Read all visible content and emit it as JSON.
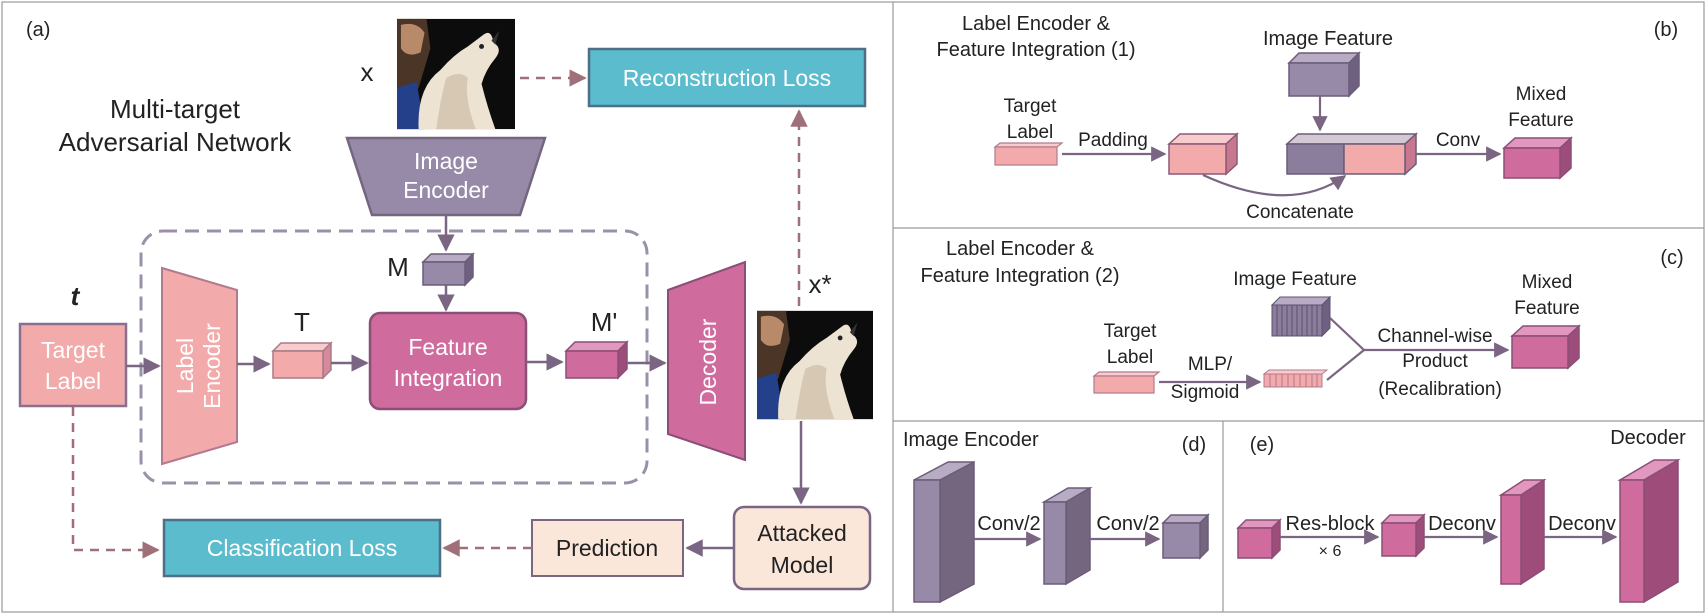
{
  "panel_a": {
    "tag": "(a)",
    "title_line1": "Multi-target",
    "title_line2": "Adversarial Network",
    "x_label": "x",
    "x_star_label": "x*",
    "t_label": "t",
    "target_label_line1": "Target",
    "target_label_line2": "Label",
    "label_encoder_line1": "Label",
    "label_encoder_line2": "Encoder",
    "T_label": "T",
    "M_label": "M",
    "M_prime_label": "M'",
    "image_encoder_line1": "Image",
    "image_encoder_line2": "Encoder",
    "feature_integration_line1": "Feature",
    "feature_integration_line2": "Integration",
    "decoder_label": "Decoder",
    "reconstruction_loss": "Reconstruction Loss",
    "classification_loss": "Classification Loss",
    "prediction": "Prediction",
    "attacked_model_line1": "Attacked",
    "attacked_model_line2": "Model"
  },
  "panel_b": {
    "tag": "(b)",
    "title_line1": "Label Encoder &",
    "title_line2": "Feature Integration (1)",
    "image_feature": "Image Feature",
    "target_label_line1": "Target",
    "target_label_line2": "Label",
    "padding": "Padding",
    "concatenate": "Concatenate",
    "conv": "Conv",
    "mixed_feature_line1": "Mixed",
    "mixed_feature_line2": "Feature"
  },
  "panel_c": {
    "tag": "(c)",
    "title_line1": "Label Encoder &",
    "title_line2": "Feature Integration (2)",
    "image_feature": "Image Feature",
    "target_label_line1": "Target",
    "target_label_line2": "Label",
    "mlp_line1": "MLP/",
    "mlp_line2": "Sigmoid",
    "product_line1": "Channel-wise",
    "product_line2": "Product",
    "product_line3": "(Recalibration)",
    "mixed_feature_line1": "Mixed",
    "mixed_feature_line2": "Feature"
  },
  "panel_d": {
    "tag": "(d)",
    "title": "Image Encoder",
    "conv1": "Conv/2",
    "conv2": "Conv/2"
  },
  "panel_e": {
    "tag": "(e)",
    "title": "Decoder",
    "resblock": "Res-block",
    "times": "× 6",
    "deconv1": "Deconv",
    "deconv2": "Deconv"
  },
  "colors": {
    "pink_light": "#f2aaaa",
    "pink_dark": "#d06b9e",
    "purple": "#968aa8",
    "purple_dark": "#75667f",
    "teal": "#5bbccd",
    "peach": "#fbe6da",
    "arrow": "#7a6582",
    "dash_arrow": "#a0707a"
  },
  "icons": [
    "wolf-photo",
    "wolf-photo-adversarial"
  ]
}
